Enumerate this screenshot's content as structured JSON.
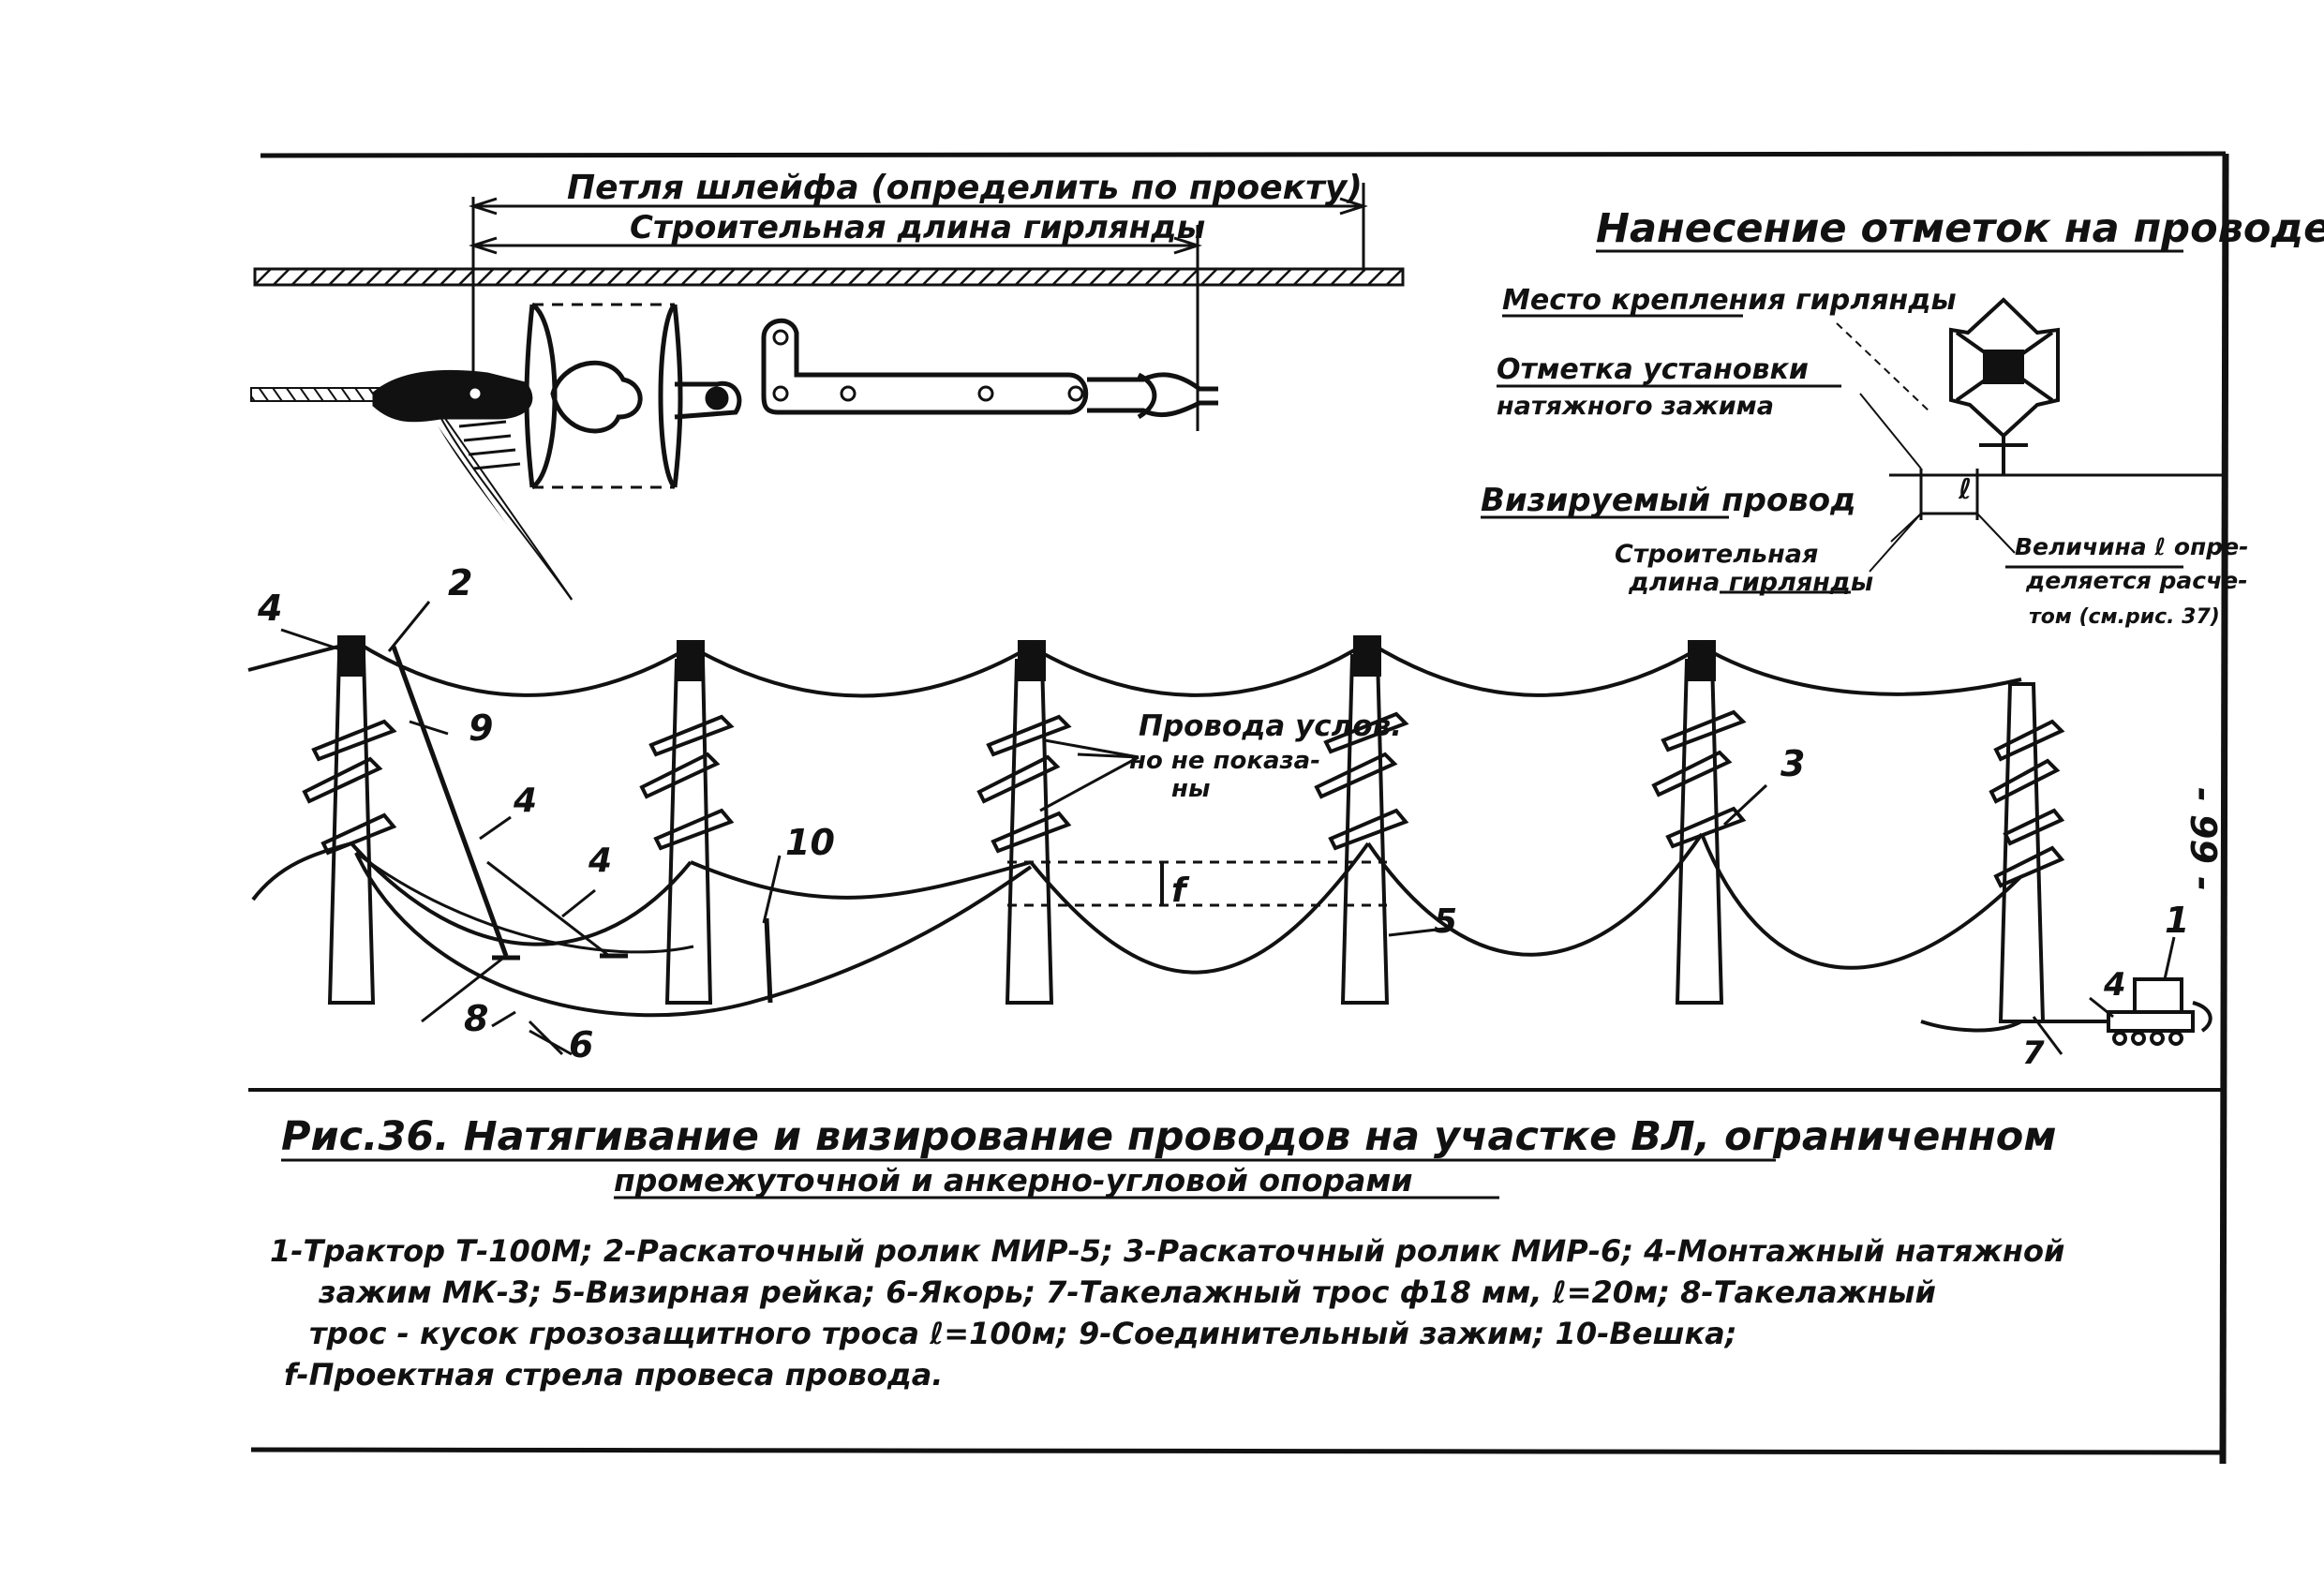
{
  "top_detail": {
    "dim_outer": "Петля шлейфа (определить по проекту)",
    "dim_inner": "Строительная длина гирлянды"
  },
  "marking_detail": {
    "title": "Нанесение отметок на проводе",
    "mount_place": "Место крепления гирлянды",
    "mark_line1": "Отметка установки",
    "mark_line2": "натяжного зажима",
    "sighted_wire": "Визируемый провод",
    "build_length_line1": "Строительная",
    "build_length_line2": "длина гирлянды",
    "c_value_line1": "Величина ℓ опре-",
    "c_value_line2": "деляется расче-",
    "c_value_line3": "том (см.рис. 37)",
    "c_letter": "ℓ"
  },
  "main_drawing": {
    "wires_note_line1": "Провода услов.",
    "wires_note_line2": "но не показа-",
    "wires_note_line3": "ны",
    "sag_label": "f",
    "callouts": [
      "1",
      "2",
      "3",
      "4",
      "4",
      "4",
      "4",
      "5",
      "6",
      "7",
      "8",
      "9",
      "10"
    ]
  },
  "page_number": "- 99 -",
  "caption": {
    "line1": "Рис.36. Натягивание и визирование проводов на участке ВЛ, ограниченном",
    "line2": "промежуточной и анкерно-угловой опорами"
  },
  "legend": {
    "line1": "1-Трактор Т-100М; 2-Раскаточный ролик МИР-5; 3-Раскаточный ролик МИР-6; 4-Монтажный натяжной",
    "line2": "зажим МК-3; 5-Визирная рейка; 6-Якорь; 7-Такелажный трос ф18 мм, ℓ=20м; 8-Такелажный",
    "line3": "трос - кусок грозозащитного троса ℓ=100м; 9-Соединительный зажим; 10-Вешка;",
    "line4": "f-Проектная стрела провеса провода."
  }
}
